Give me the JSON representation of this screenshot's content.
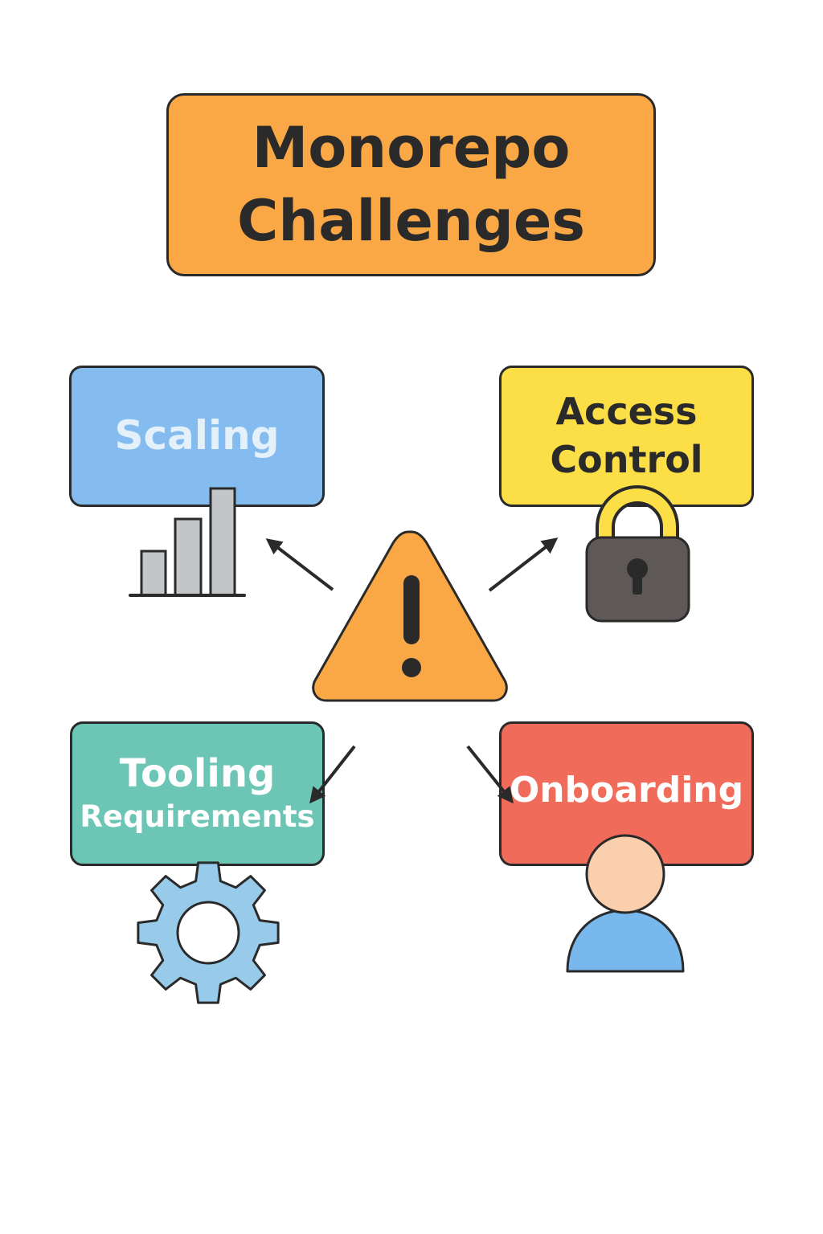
{
  "title": {
    "line1": "Monorepo",
    "line2": "Challenges",
    "color": "#f9a845"
  },
  "nodes": {
    "scaling": {
      "label": "Scaling",
      "color": "#85bcf0",
      "icon": "bar-chart-icon"
    },
    "access_control": {
      "line1": "Access",
      "line2": "Control",
      "color": "#fcde46",
      "icon": "padlock-icon"
    },
    "tooling": {
      "line1": "Tooling",
      "line2": "Requirements",
      "color": "#6cc5b5",
      "icon": "gear-icon"
    },
    "onboarding": {
      "label": "Onboarding",
      "color": "#f16b5a",
      "icon": "person-icon"
    }
  },
  "center": {
    "icon": "warning-icon",
    "color": "#f9a845"
  },
  "colors": {
    "outline": "#2a2a2a",
    "bars": "#c3c6c9",
    "lock_shackle": "#fcde46",
    "lock_body": "#5e5856",
    "gear": "#98cbea",
    "person_head": "#f9cfad",
    "person_body": "#78b8ec"
  }
}
